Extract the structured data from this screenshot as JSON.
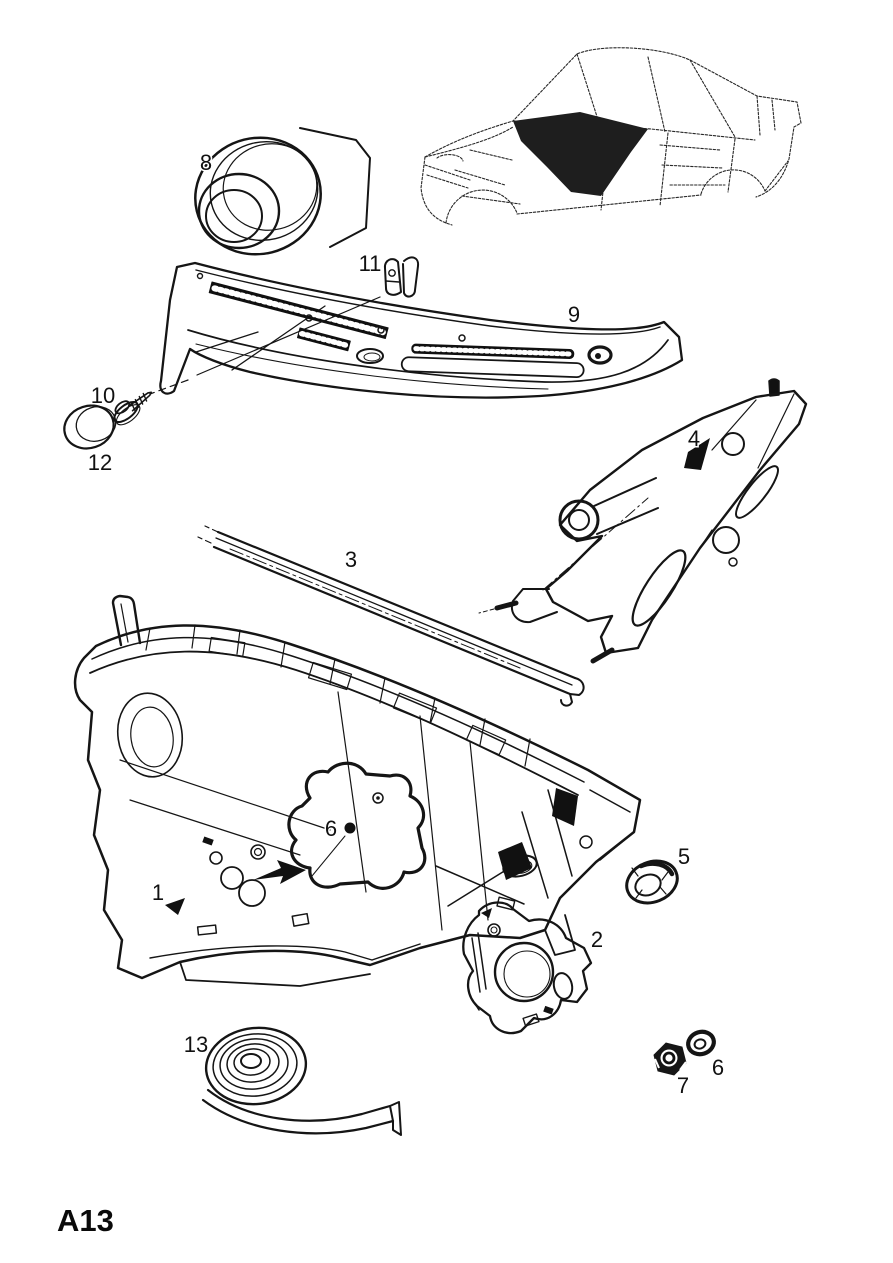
{
  "page": {
    "code": "A13"
  },
  "callouts": {
    "part1": "1",
    "part2": "2",
    "part3": "3",
    "part4": "4",
    "part5": "5",
    "part6": "6",
    "part6_marker": "6",
    "part7": "7",
    "part8": "8",
    "part9": "9",
    "part10": "10",
    "part11": "11",
    "part12": "12",
    "part13": "13"
  }
}
